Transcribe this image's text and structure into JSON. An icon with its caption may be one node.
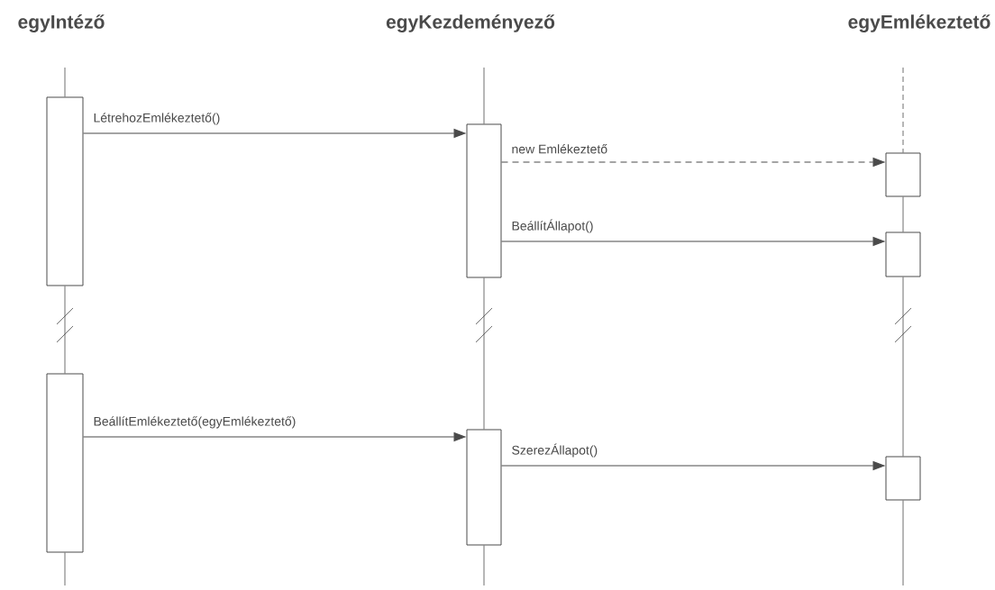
{
  "diagram": {
    "nodes": [
      {
        "text": [],
        "shape": "box"
      },
      {
        "text": [],
        "shape": "box"
      },
      {
        "text": [],
        "shape": "box"
      },
      {
        "text": [],
        "shape": "box"
      },
      {
        "text": [],
        "shape": "box"
      },
      {
        "text": [],
        "shape": "box"
      },
      {
        "text": [],
        "shape": "box"
      }
    ],
    "edges": [
      {
        "from": 0,
        "to": 2,
        "arrow": "to",
        "label": "LétrehozEmlékeztető()"
      },
      {
        "from": 2,
        "to": 4,
        "arrow": "to",
        "label": "new Emlékeztető",
        "style": "dashed"
      },
      {
        "from": 2,
        "to": 5,
        "arrow": "to",
        "label": "BeállítÁllapot()"
      },
      {
        "from": 1,
        "to": 3,
        "arrow": "to",
        "label": "BeállítEmlékeztető(egyEmlékeztető)"
      },
      {
        "from": 3,
        "to": 6,
        "arrow": "to",
        "label": "SzerezÁllapot()"
      },
      {
        "from": null,
        "to": 0,
        "arrow": "none"
      },
      {
        "from": 0,
        "to": 1,
        "arrow": "none"
      },
      {
        "from": 1,
        "to": null,
        "arrow": "none"
      },
      {
        "from": null,
        "to": 2,
        "arrow": "none"
      },
      {
        "from": 2,
        "to": 3,
        "arrow": "none"
      },
      {
        "from": 3,
        "to": null,
        "arrow": "none"
      },
      {
        "from": null,
        "to": 4,
        "arrow": "none",
        "style": "dashed"
      },
      {
        "from": 4,
        "to": 5,
        "arrow": "none"
      },
      {
        "from": 5,
        "to": 6,
        "arrow": "none"
      },
      {
        "from": 6,
        "to": null,
        "arrow": "none"
      }
    ],
    "labels": [
      "egyIntéző",
      "egyKezdeményező",
      "egyEmlékeztető"
    ]
  }
}
